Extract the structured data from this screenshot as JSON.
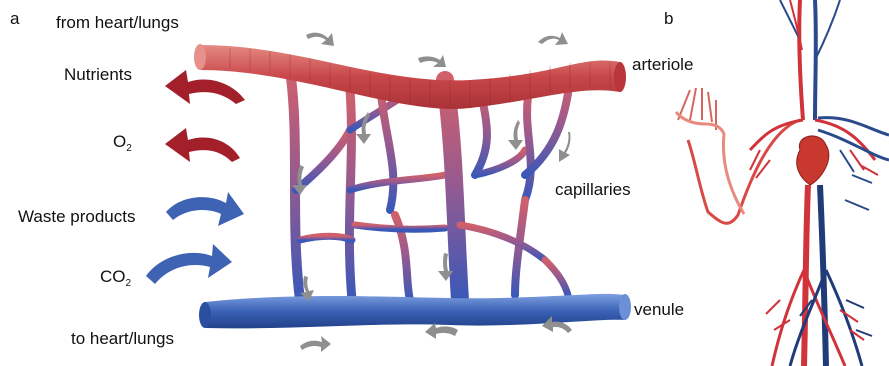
{
  "panels": {
    "a": "a",
    "b": "b"
  },
  "labels": {
    "from": "from heart/lungs",
    "to": "to heart/lungs",
    "arteriole": "arteriole",
    "capillaries": "capillaries",
    "venule": "venule",
    "nutrients": "Nutrients",
    "o2_base": "O",
    "o2_sub": "2",
    "waste": "Waste products",
    "co2_base": "CO",
    "co2_sub": "2"
  },
  "colors": {
    "artery": "#c8474a",
    "artery_light": "#e07a72",
    "vein": "#3a62b6",
    "vein_light": "#6a8ed6",
    "outgoing_arrow": "#a3202a",
    "incoming_arrow": "#3f63b3",
    "flow_arrow": "#8f8f8f"
  },
  "icons": {
    "outgoing": "curved-arrow-left-icon",
    "incoming": "curved-arrow-right-icon",
    "flow": "flow-arrow-icon"
  }
}
